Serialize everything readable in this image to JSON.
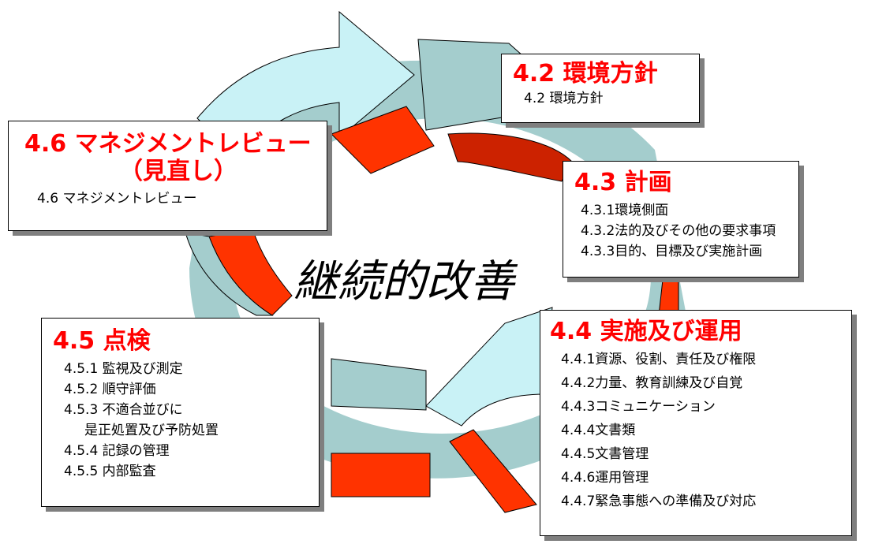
{
  "center_label": "継続的改善",
  "colors": {
    "arrow_light": "#c9f2f6",
    "arrow_teal": "#a4cdcd",
    "arrow_red": "#ff3300",
    "arrow_darkred": "#cc2200",
    "title_red": "#ff0000",
    "shadow": "#7f7f7f"
  },
  "boxes": {
    "policy": {
      "title": "4.2 環境方針",
      "items": [
        "4.2 環境方針"
      ]
    },
    "planning": {
      "title": "4.3 計画",
      "items": [
        "4.3.1環境側面",
        "4.3.2法的及びその他の要求事項",
        "4.3.3目的、目標及び実施計画"
      ]
    },
    "operation": {
      "title": "4.4 実施及び運用",
      "items": [
        "4.4.1資源、役割、責任及び権限",
        "4.4.2力量、教育訓練及び自覚",
        "4.4.3コミュニケーション",
        "4.4.4文書類",
        "4.4.5文書管理",
        "4.4.6運用管理",
        "4.4.7緊急事態への準備及び対応"
      ]
    },
    "checking": {
      "title": "4.5 点検",
      "items": [
        "4.5.1 監視及び測定",
        "4.5.2 順守評価",
        "4.5.3 不適合並びに",
        "是正処置及び予防処置",
        "4.5.4 記録の管理",
        "4.5.5 内部監査"
      ]
    },
    "review": {
      "title_line1": "4.6 マネジメントレビュー",
      "title_line2": "（見直し）",
      "items": [
        "4.6 マネジメントレビュー"
      ]
    }
  }
}
